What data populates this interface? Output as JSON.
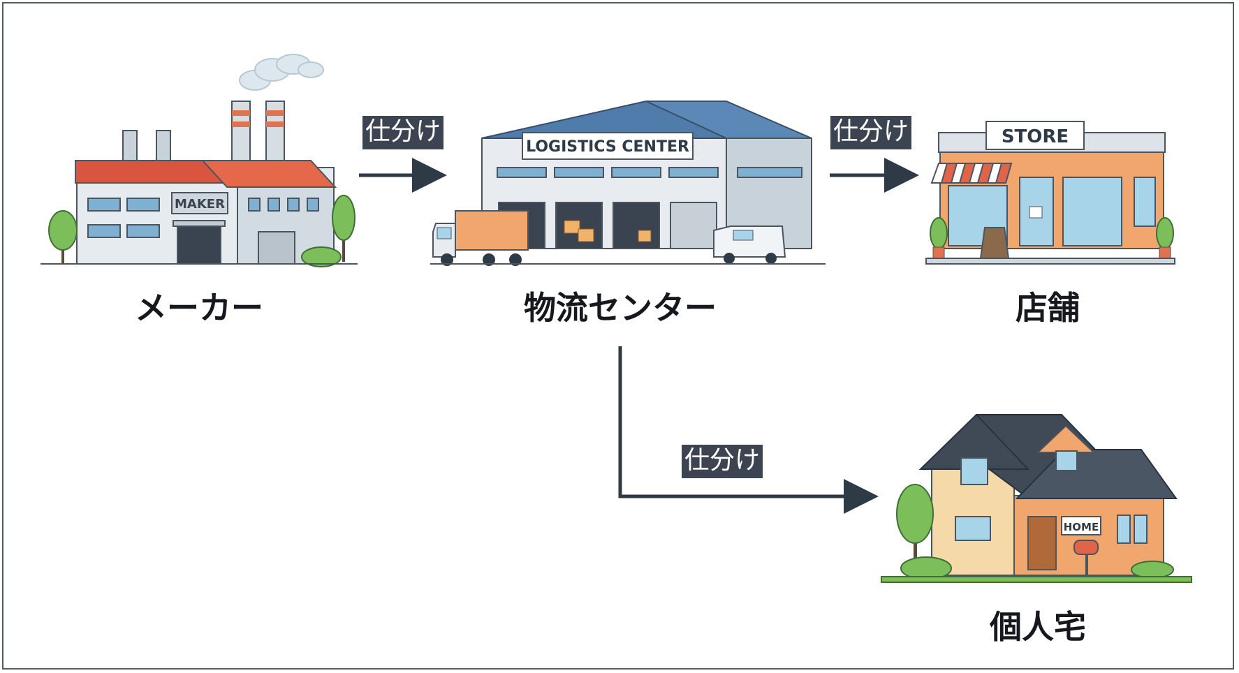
{
  "nodes": {
    "maker": {
      "label": "メーカー",
      "sign": "MAKER"
    },
    "logistics": {
      "label": "物流センター",
      "sign": "LOGISTICS CENTER"
    },
    "store": {
      "label": "店舗",
      "sign": "STORE"
    },
    "home": {
      "label": "個人宅",
      "sign": "HOME"
    }
  },
  "edges": [
    {
      "from": "maker",
      "to": "logistics",
      "label": "仕分け"
    },
    {
      "from": "logistics",
      "to": "store",
      "label": "仕分け"
    },
    {
      "from": "logistics",
      "to": "home",
      "label": "仕分け"
    }
  ],
  "colors": {
    "arrow": "#2f3a47",
    "tag_bg": "#3b4450",
    "roof_red": "#d9553f",
    "roof_blue": "#4f7cab",
    "store_wall": "#f0a66c",
    "house_wall": "#f6d9a8",
    "glass": "#a8d4ea",
    "tree": "#7cbf5a"
  },
  "icons": [
    "factory-icon",
    "warehouse-icon",
    "truck-icon",
    "van-icon",
    "store-icon",
    "house-icon",
    "tree-icon",
    "mailbox-icon"
  ]
}
